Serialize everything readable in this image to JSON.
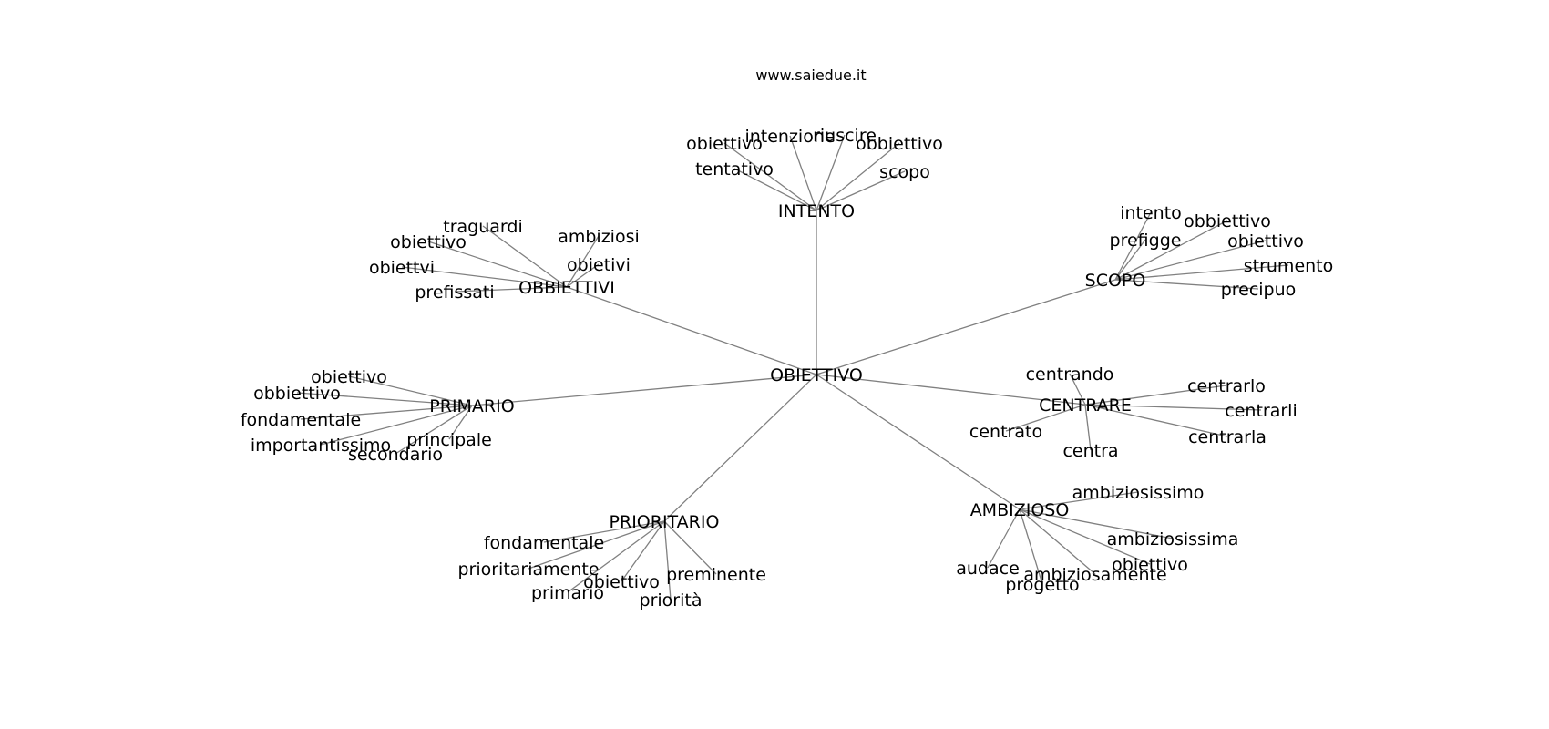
{
  "site_label": "www.saiedue.it",
  "graph": {
    "root": "OBIETTIVO",
    "hubs": [
      {
        "label": "INTENTO",
        "children": [
          "obiettivo",
          "intenzione",
          "riuscire",
          "obbiettivo",
          "tentativo",
          "scopo"
        ]
      },
      {
        "label": "OBBIETTIVI",
        "children": [
          "traguardi",
          "ambiziosi",
          "obiettivo",
          "obietivi",
          "obiettvi",
          "prefissati"
        ]
      },
      {
        "label": "SCOPO",
        "children": [
          "intento",
          "obbiettivo",
          "prefigge",
          "obiettivo",
          "strumento",
          "precipuo"
        ]
      },
      {
        "label": "PRIMARIO",
        "children": [
          "obiettivo",
          "obbiettivo",
          "fondamentale",
          "importantissimo",
          "principale",
          "secondario"
        ]
      },
      {
        "label": "CENTRARE",
        "children": [
          "centrando",
          "centrarlo",
          "centrarli",
          "centrato",
          "centrarla",
          "centra"
        ]
      },
      {
        "label": "PRIORITARIO",
        "children": [
          "fondamentale",
          "prioritariamente",
          "obiettivo",
          "preminente",
          "primario",
          "priorità"
        ]
      },
      {
        "label": "AMBIZIOSO",
        "children": [
          "ambiziosissimo",
          "ambiziosissima",
          "obiettivo",
          "audace",
          "ambiziosamente",
          "progetto"
        ]
      }
    ]
  }
}
